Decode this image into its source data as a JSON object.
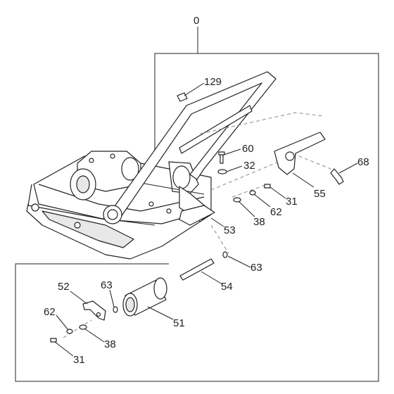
{
  "labels": {
    "p0": "0",
    "p129": "129",
    "p60": "60",
    "p32": "32",
    "p68": "68",
    "p55": "55",
    "p31a": "31",
    "p62a": "62",
    "p38a": "38",
    "p53": "53",
    "p63a": "63",
    "p54": "54",
    "p52": "52",
    "p63b": "63",
    "p51": "51",
    "p62b": "62",
    "p38b": "38",
    "p31b": "31"
  }
}
